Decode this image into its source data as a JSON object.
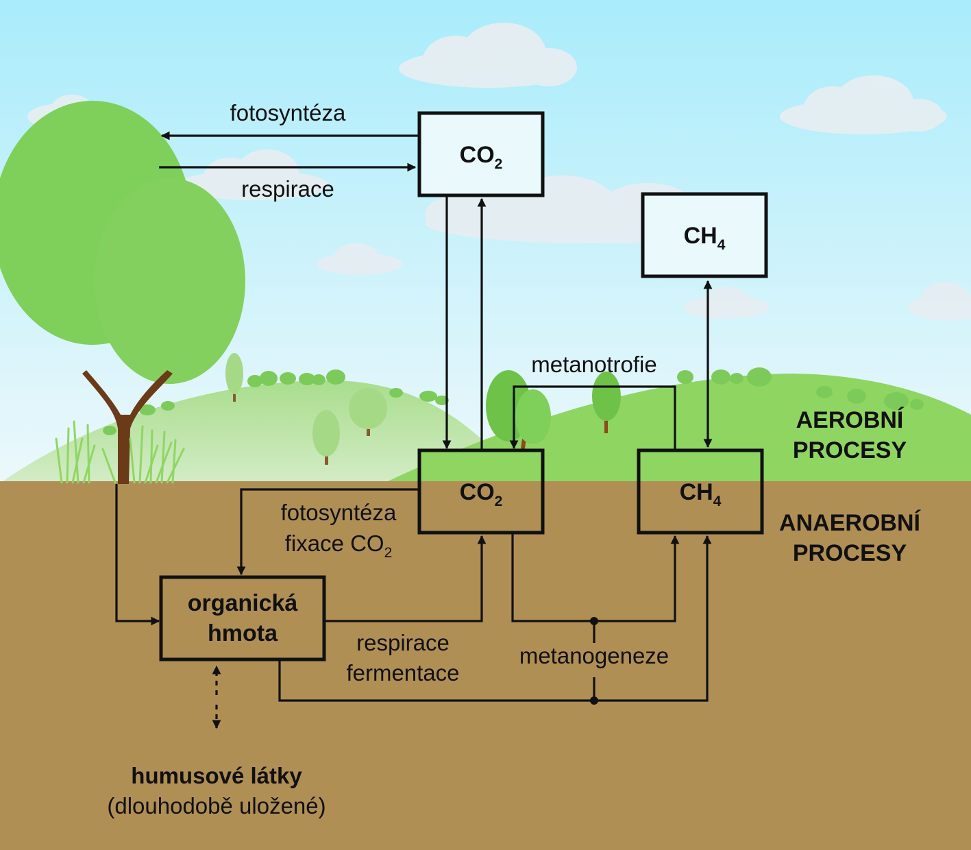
{
  "colors": {
    "sky_top": "#a9ecfb",
    "sky_bottom": "#ecf8fb",
    "soil": "#b08f55",
    "hill_light": "#a9dd8d",
    "hill_bright": "#8fd562",
    "tree_canopy": "#7fd05a",
    "trunk": "#6b3a18",
    "ink": "#111111"
  },
  "boxes": {
    "co2_top": {
      "main": "CO",
      "sub": "2"
    },
    "ch4_top": {
      "main": "CH",
      "sub": "4"
    },
    "co2_mid": {
      "main": "CO",
      "sub": "2"
    },
    "ch4_mid": {
      "main": "CH",
      "sub": "4"
    },
    "organic": {
      "line1": "organická",
      "line2": "hmota"
    }
  },
  "labels": {
    "photosynthesis_top": "fotosyntéza",
    "respiration_top": "respirace",
    "methanotrophy": "metanotrofie",
    "photosynthesis_soil": "fotosyntéza",
    "co2_fixation": {
      "main": "fixace CO",
      "sub": "2"
    },
    "respiration_soil": "respirace",
    "fermentation": "fermentace",
    "methanogenesis": "metanogeneze"
  },
  "zones": {
    "aerobic": {
      "line1": "AEROBNÍ",
      "line2": "PROCESY"
    },
    "anaerobic": {
      "line1": "ANAEROBNÍ",
      "line2": "PROCESY"
    }
  },
  "humus": {
    "title": "humusové látky",
    "note": "(dlouhodobě uložené)"
  }
}
